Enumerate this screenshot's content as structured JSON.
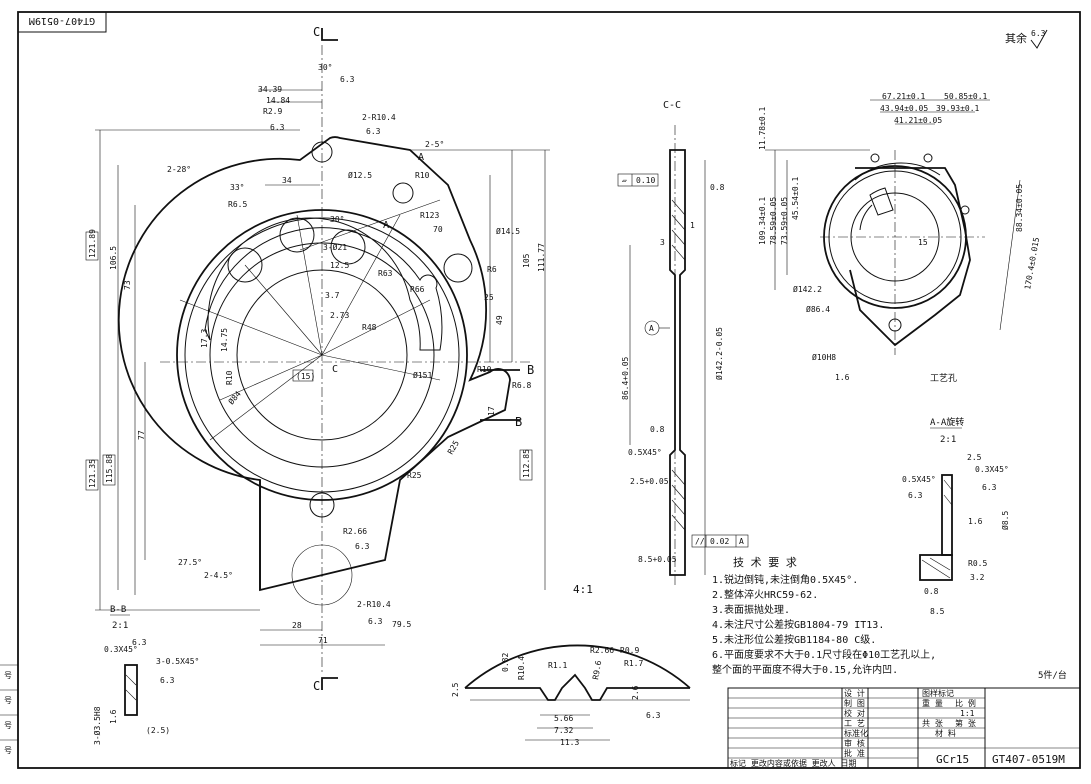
{
  "drawing_number_box": "GT407-0519M",
  "roughness_note": "其余",
  "roughness_value": "6.3",
  "section_cc": "C-C",
  "section_bb": {
    "name": "B-B",
    "scale": "2:1"
  },
  "section_aa": {
    "name": "A-A旋转",
    "scale": "2:1"
  },
  "detail_scale": "4:1",
  "markers": {
    "c_top": "C",
    "c_bottom": "C",
    "b_upper": "B",
    "b_lower": "B",
    "a_left": "A",
    "a_right": "A",
    "datum_a": "A",
    "center_c": "C"
  },
  "main_view_dims": [
    "34.39",
    "14.84",
    "R2.9",
    "6.3",
    "30°",
    "6.3",
    "2-R10.4",
    "6.3",
    "2-5°",
    "2-28°",
    "33°",
    "34",
    "R6.5",
    "Ø12.5",
    "R10",
    "30°",
    "R123",
    "Ø14.5",
    "70",
    "3-Ø21",
    "12.5",
    "3.7",
    "R63",
    "R66",
    "2.73",
    "R48",
    "R6",
    "25",
    "105",
    "111.77",
    "49",
    "106.5",
    "73",
    "121.89",
    "17.3",
    "14.75",
    "R10",
    "(15)",
    "Ø151",
    "Ø84",
    "R10",
    "R6.8",
    "17",
    "77",
    "121.35",
    "115.88",
    "112.85",
    "R25",
    "R25",
    "R2.66",
    "6.3",
    "27.5°",
    "2-4.5°",
    "2-R10.4",
    "6.3",
    "28",
    "71",
    "79.5"
  ],
  "cc_dims": [
    "0.10",
    "0.8",
    "1",
    "3",
    "Ø142.2-0.05",
    "86.4+0.05",
    "0.8",
    "0.5X45°",
    "2.5+0.05",
    "0.02",
    "A",
    "8.5+0.05"
  ],
  "tr_dims": [
    "67.21±0.1",
    "50.85±0.1",
    "43.94±0.05",
    "39.93±0.1",
    "41.21±0.05",
    "11.78±0.1",
    "109.34±0.1",
    "78.59±0.05",
    "73.59±0.05",
    "45.54±0.1",
    "88.34±0.05",
    "170.4±0.015",
    "Ø142.2",
    "Ø86.4",
    "15",
    "Ø10H8",
    "1.6",
    "工艺孔"
  ],
  "aa_dims": [
    "2.5",
    "0.3X45°",
    "0.5X45°",
    "6.3",
    "6.3",
    "1.6",
    "Ø8.5",
    "R0.5",
    "3.2",
    "0.8",
    "8.5"
  ],
  "bb_dims": [
    "0.3X45°",
    "6.3",
    "3-0.5X45°",
    "6.3",
    "3-Ø3.5H8",
    "1.6",
    "(2.5)"
  ],
  "detail_dims": [
    "R2.66",
    "R0.9",
    "R1.1",
    "R9.6",
    "R1.7",
    "0.82",
    "R10.4",
    "2.6",
    "2.5",
    "5.66",
    "7.32",
    "11.3",
    "6.3"
  ],
  "notes_title": "技 术 要 求",
  "notes": [
    "1.锐边倒钝,未注倒角0.5X45°.",
    "2.整体淬火HRC59-62.",
    "3.表面振抛处理.",
    "4.未注尺寸公差按GB1804-79 IT13.",
    "5.未注形位公差按GB1184-80 C级.",
    "6.平面度要求不大于0.1尺寸段在Φ10工艺孔以上,",
    "  整个面的平面度不得大于0.15,允许内凹."
  ],
  "quantity_note": "5件/台",
  "title_block": {
    "labels_left": [
      "设 计",
      "制 图",
      "校 对",
      "工 艺",
      "标准化",
      "审 核",
      "批 准"
    ],
    "labels_mid": [
      "图样标记",
      "重 量",
      "比 例",
      "共 张",
      "第 张",
      "材 料"
    ],
    "scale": "1:1",
    "material": "GCr15",
    "drawing_no": "GT407-0519M",
    "revision_row": "标记 更改内容或依据 更改人 日期"
  },
  "left_margin_marks": [
    "号",
    "号",
    "号",
    "号"
  ]
}
